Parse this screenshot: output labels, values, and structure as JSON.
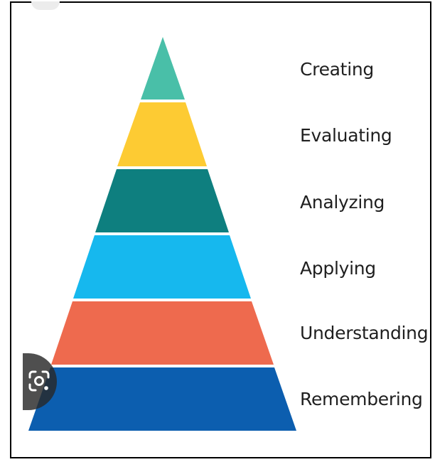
{
  "levels": [
    {
      "label": "Creating",
      "color": "#49BFA8"
    },
    {
      "label": "Evaluating",
      "color": "#FDCB33"
    },
    {
      "label": "Analyzing",
      "color": "#0E7F7F"
    },
    {
      "label": "Applying",
      "color": "#16B8EE"
    },
    {
      "label": "Understanding",
      "color": "#EE6A4E"
    },
    {
      "label": "Remembering",
      "color": "#0C5EAF"
    }
  ],
  "lens_icon": "google-lens-icon"
}
